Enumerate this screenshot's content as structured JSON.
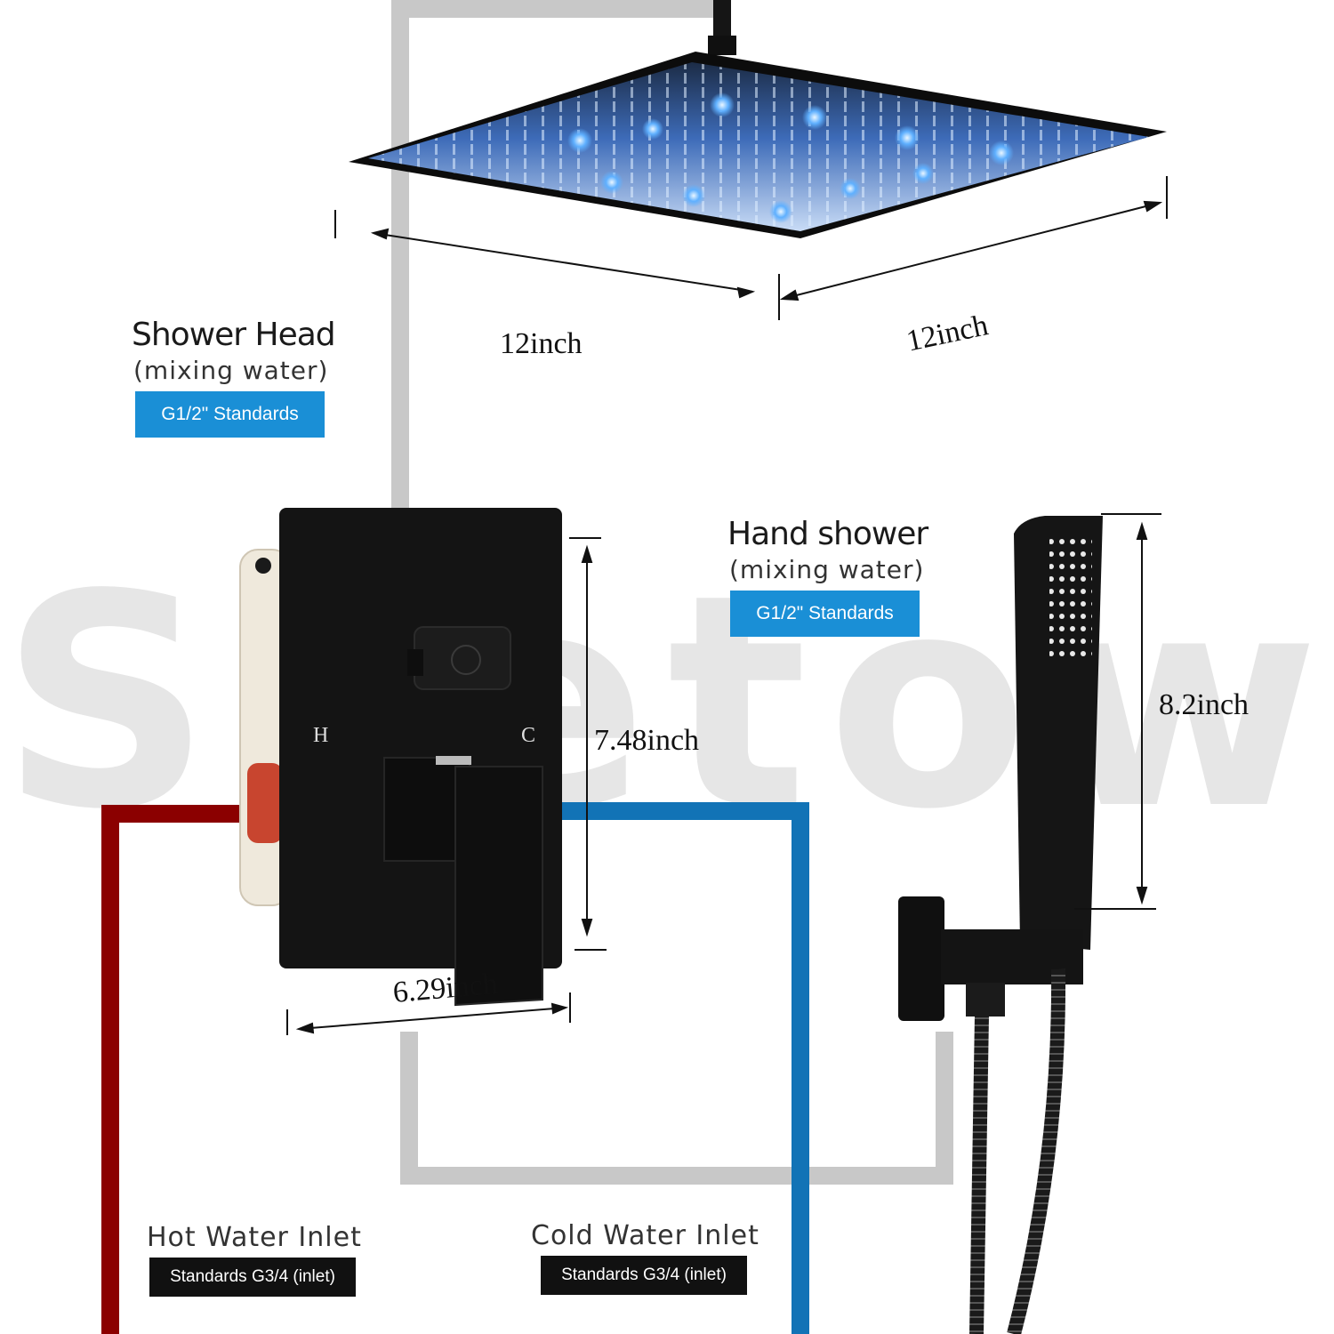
{
  "watermark": "Saetow",
  "shower_head": {
    "title": "Shower Head",
    "subtitle": "(mixing water)",
    "standard": "G1/2\" Standards"
  },
  "hand_shower": {
    "title": "Hand shower",
    "subtitle": "(mixing water)",
    "standard": "G1/2\" Standards"
  },
  "hot_inlet": {
    "title": "Hot Water Inlet",
    "standard": "Standards G3/4 (inlet)"
  },
  "cold_inlet": {
    "title": "Cold Water Inlet",
    "standard": "Standards G3/4 (inlet)"
  },
  "dimensions": {
    "head_width": "12inch",
    "head_depth": "12inch",
    "valve_height": "7.48inch",
    "valve_width": "6.29inch",
    "hand_length": "8.2inch"
  },
  "valve_marks": {
    "hot": "H",
    "cold": "C"
  },
  "colors": {
    "hot_pipe": "#8b0000",
    "cold_pipe": "#1273b6",
    "frame_pipe": "#c8c8c8",
    "badge_blue": "#1a8fd6",
    "badge_dark": "#111111",
    "matte_black": "#141414"
  }
}
